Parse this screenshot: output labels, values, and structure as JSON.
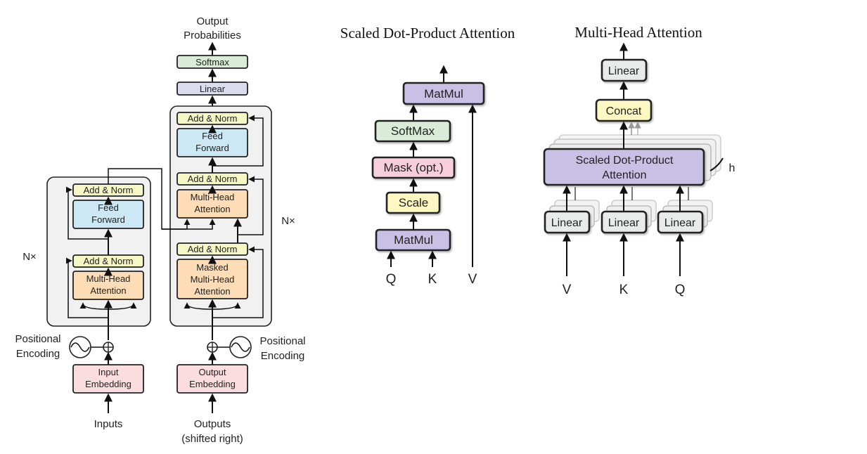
{
  "colors": {
    "pink": "#fbdde0",
    "orange": "#fddcb6",
    "yellow": "#f5f7c4",
    "blue": "#cbe8f4",
    "green": "#d8ecd7",
    "lavender": "#dcdcf1",
    "purple": "#c9c0e6",
    "mask_pink": "#f7cfdc",
    "cream": "#fdf7c1",
    "gray_box": "#e7ecea"
  },
  "transformer": {
    "output_probabilities_line1": "Output",
    "output_probabilities_line2": "Probabilities",
    "softmax": "Softmax",
    "linear": "Linear",
    "encoder": {
      "nx": "N×",
      "add_norm_top": "Add & Norm",
      "ff_line1": "Feed",
      "ff_line2": "Forward",
      "add_norm_bottom": "Add & Norm",
      "mha_line1": "Multi-Head",
      "mha_line2": "Attention"
    },
    "decoder": {
      "nx": "N×",
      "add_norm_top": "Add & Norm",
      "ff_line1": "Feed",
      "ff_line2": "Forward",
      "add_norm_mid": "Add & Norm",
      "mha_line1": "Multi-Head",
      "mha_line2": "Attention",
      "add_norm_bottom": "Add & Norm",
      "masked_line1": "Masked",
      "masked_line2": "Multi-Head",
      "masked_line3": "Attention"
    },
    "pos_enc_left_line1": "Positional",
    "pos_enc_left_line2": "Encoding",
    "pos_enc_right_line1": "Positional",
    "pos_enc_right_line2": "Encoding",
    "input_emb_line1": "Input",
    "input_emb_line2": "Embedding",
    "output_emb_line1": "Output",
    "output_emb_line2": "Embedding",
    "inputs": "Inputs",
    "outputs_line1": "Outputs",
    "outputs_line2": "(shifted right)"
  },
  "scaled_dot": {
    "title": "Scaled Dot-Product Attention",
    "matmul_top": "MatMul",
    "softmax": "SoftMax",
    "mask": "Mask (opt.)",
    "scale": "Scale",
    "matmul_bottom": "MatMul",
    "q": "Q",
    "k": "K",
    "v": "V"
  },
  "multi_head": {
    "title": "Multi-Head Attention",
    "linear_top": "Linear",
    "concat": "Concat",
    "sdpa_line1": "Scaled Dot-Product",
    "sdpa_line2": "Attention",
    "h": "h",
    "linear_v": "Linear",
    "linear_k": "Linear",
    "linear_q": "Linear",
    "v": "V",
    "k": "K",
    "q": "Q"
  }
}
